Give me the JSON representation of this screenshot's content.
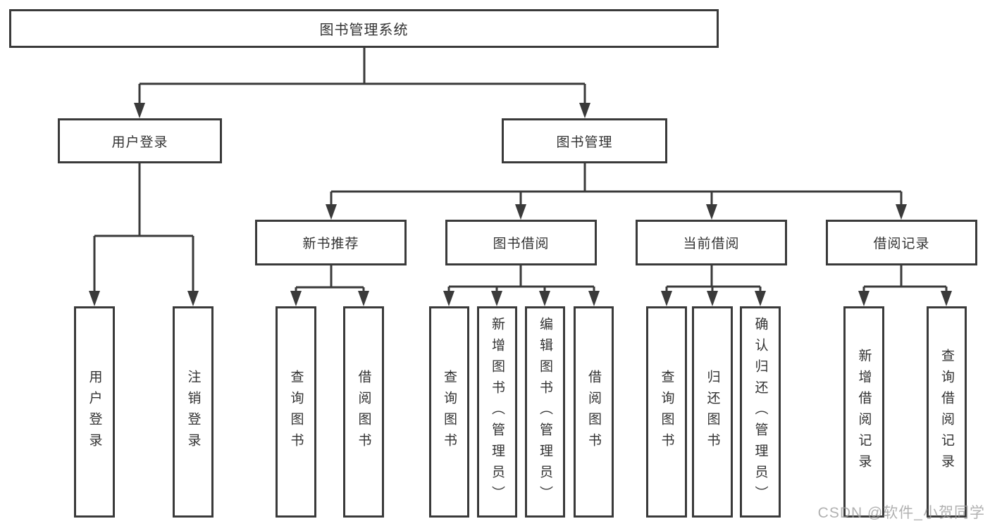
{
  "diagram": {
    "title": "图书管理系统",
    "branches": [
      {
        "label": "用户登录",
        "children": [
          {
            "label": "用户登录"
          },
          {
            "label": "注销登录"
          }
        ]
      },
      {
        "label": "图书管理",
        "children": [
          {
            "label": "新书推荐",
            "children": [
              {
                "label": "查询图书"
              },
              {
                "label": "借阅图书"
              }
            ]
          },
          {
            "label": "图书借阅",
            "children": [
              {
                "label": "查询图书"
              },
              {
                "label": "新增图书（管理员）"
              },
              {
                "label": "编辑图书（管理员）"
              },
              {
                "label": "借阅图书"
              }
            ]
          },
          {
            "label": "当前借阅",
            "children": [
              {
                "label": "查询图书"
              },
              {
                "label": "归还图书"
              },
              {
                "label": "确认归还（管理员）"
              }
            ]
          },
          {
            "label": "借阅记录",
            "children": [
              {
                "label": "新增借阅记录"
              },
              {
                "label": "查询借阅记录"
              }
            ]
          }
        ]
      }
    ]
  },
  "watermark": "CSDN @软件_小贺同学",
  "colors": {
    "line": "#3a3a3a",
    "border": "#3a3a3a",
    "text": "#333333",
    "watermark": "#9e9e9e"
  }
}
